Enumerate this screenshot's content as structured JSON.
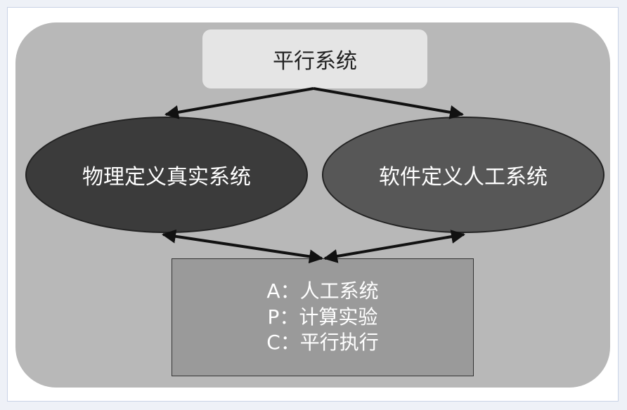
{
  "diagram": {
    "top_box": {
      "label": "平行系统"
    },
    "left_ellipse": {
      "label": "物理定义真实系统"
    },
    "right_ellipse": {
      "label": "软件定义人工系统"
    },
    "bottom_box": {
      "lines": [
        "A：人工系统",
        "P：计算实验",
        "C：平行执行"
      ]
    }
  },
  "colors": {
    "panel": "#b8b8b8",
    "top_box": "#e5e5e5",
    "left_ellipse": "#3b3b3b",
    "right_ellipse": "#575757",
    "bottom_box": "#9a9a9a",
    "arrow": "#111111"
  }
}
